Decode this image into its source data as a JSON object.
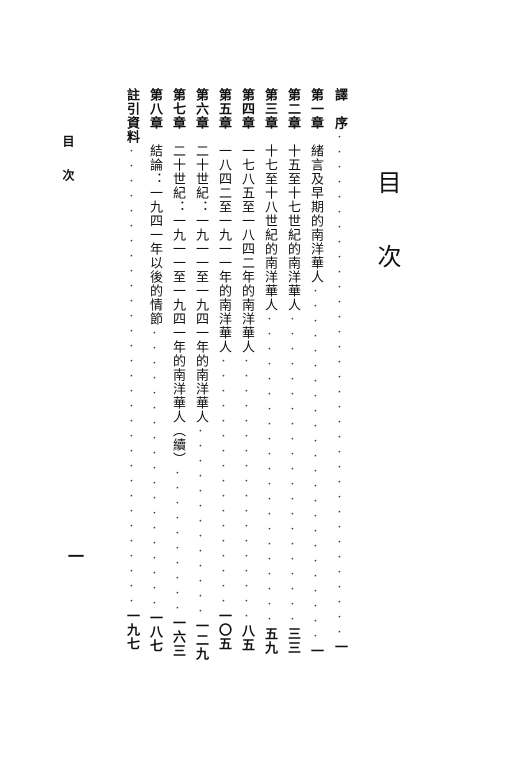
{
  "title": "目次",
  "running_header": "目次",
  "folio": "一",
  "entries": [
    {
      "label": "譯　序",
      "title": "",
      "page": "一"
    },
    {
      "label": "第一章",
      "title": "緒言及早期的南洋華人",
      "page": "一"
    },
    {
      "label": "第二章",
      "title": "十五至十七世紀的南洋華人",
      "page": "三三"
    },
    {
      "label": "第三章",
      "title": "十七至十八世紀的南洋華人",
      "page": "五九"
    },
    {
      "label": "第四章",
      "title": "一七八五至一八四二年的南洋華人",
      "page": "八五"
    },
    {
      "label": "第五章",
      "title": "一八四二至一九一一年的南洋華人",
      "page": "一〇五"
    },
    {
      "label": "第六章",
      "title": "二十世紀：一九一一至一九四一年的南洋華人",
      "page": "一二九"
    },
    {
      "label": "第七章",
      "title": "二十世紀：一九一一至一九四一年的南洋華人（續）",
      "page": "一六三"
    },
    {
      "label": "第八章",
      "title": "結論：一九四一年以後的情節",
      "page": "一八七"
    },
    {
      "label": "註引資料",
      "title": "",
      "page": "一九七"
    }
  ]
}
